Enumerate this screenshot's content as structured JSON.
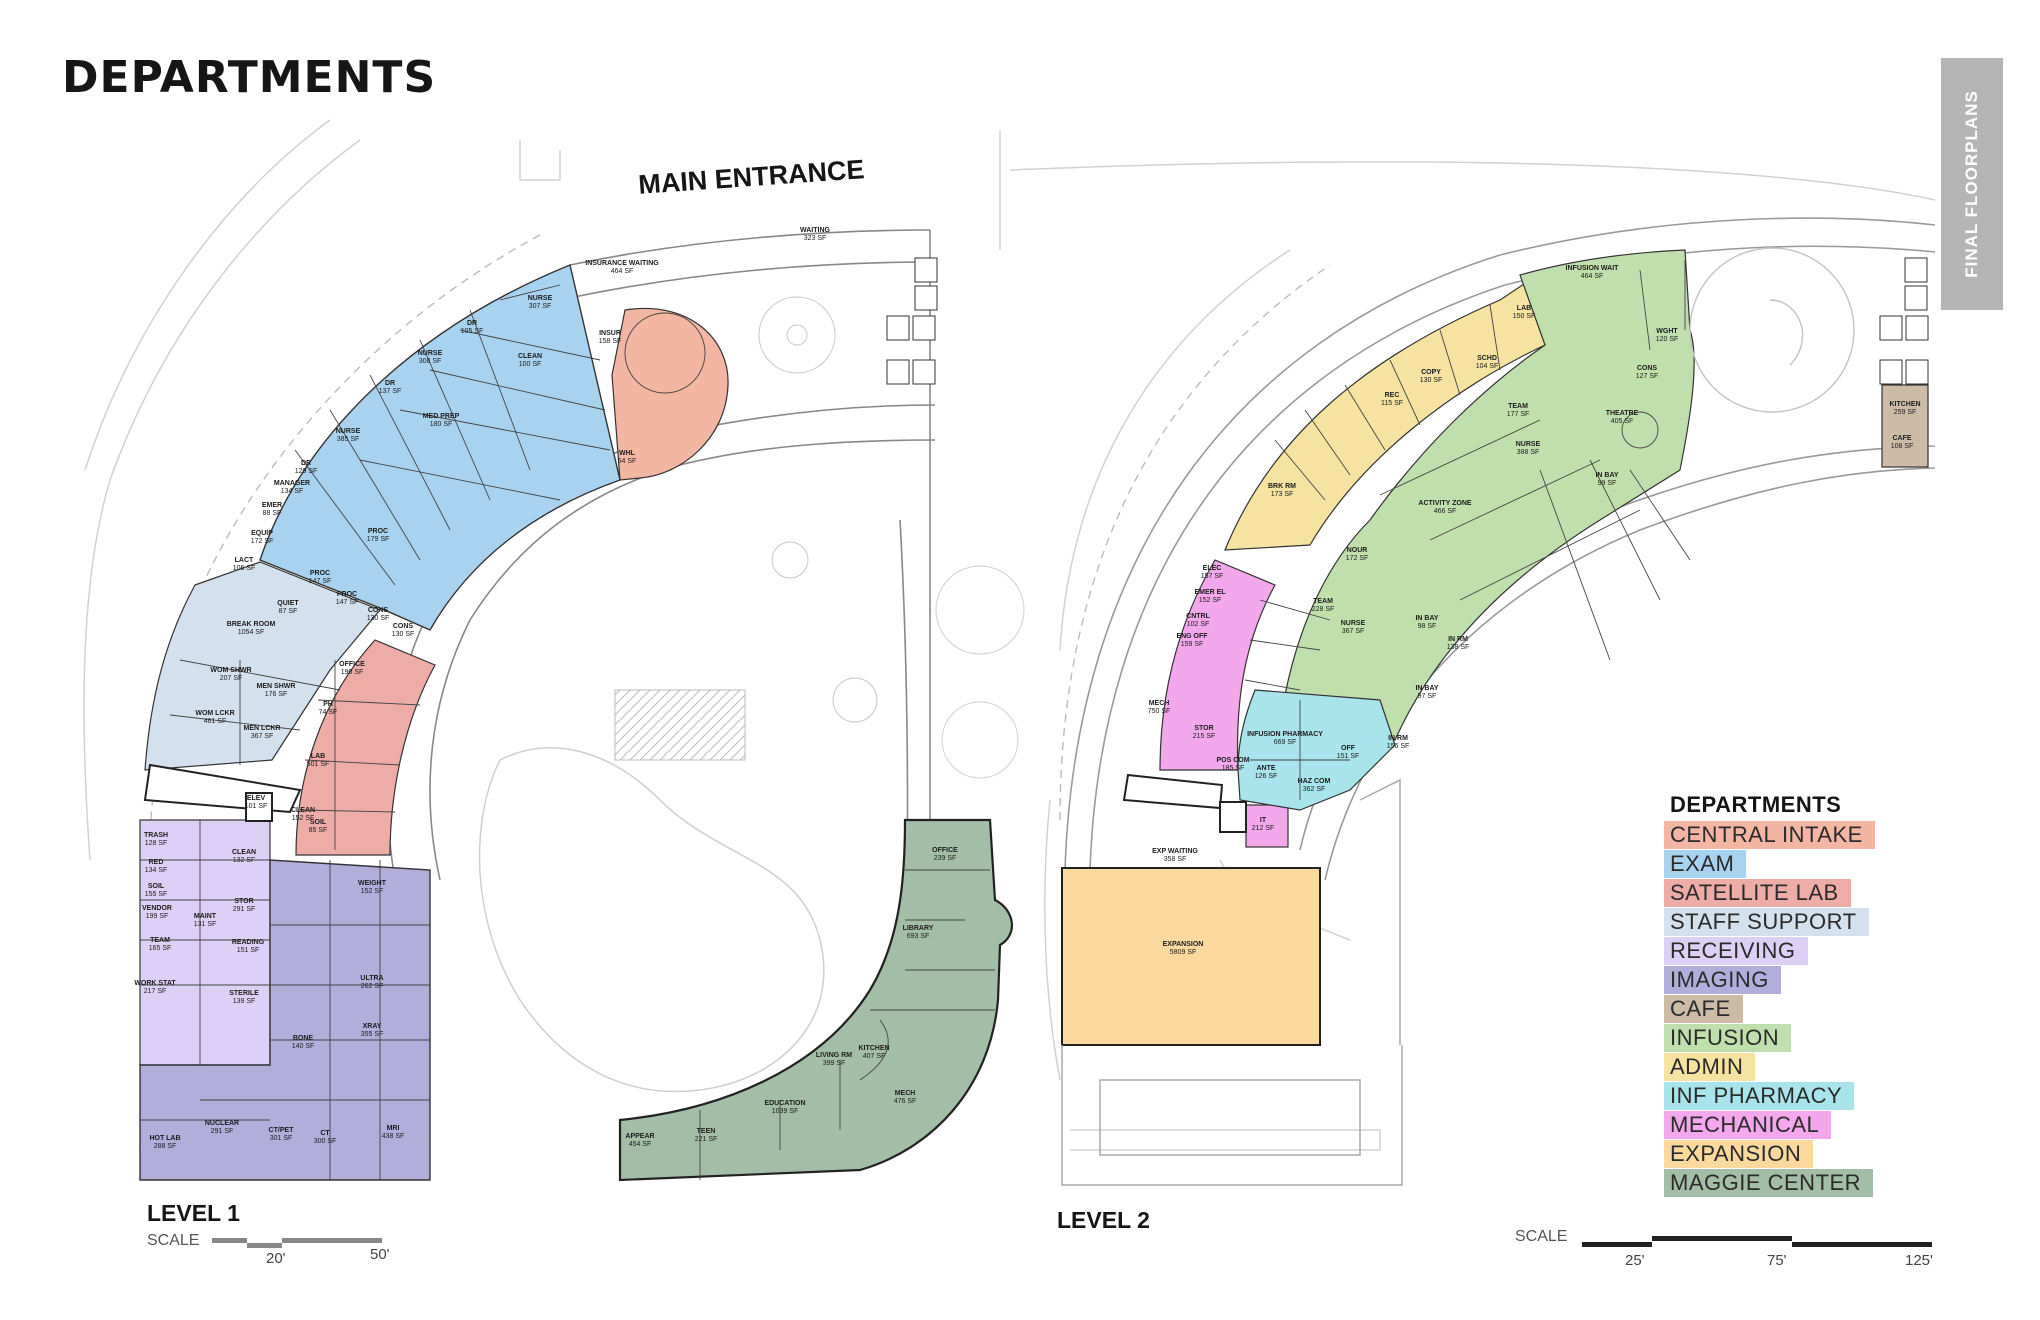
{
  "title": "DEPARTMENTS",
  "side_tab": "FINAL FLOORPLANS",
  "main_entrance": "MAIN ENTRANCE",
  "levels": {
    "level1": {
      "label": "LEVEL 1",
      "scale_label": "SCALE",
      "scale_ticks": [
        "20'",
        "50'"
      ]
    },
    "level2": {
      "label": "LEVEL 2",
      "scale_label": "SCALE",
      "scale_ticks": [
        "25'",
        "75'",
        "125'"
      ]
    }
  },
  "legend": {
    "title": "DEPARTMENTS",
    "items": [
      {
        "label": "CENTRAL INTAKE",
        "color": "#f3b6a2"
      },
      {
        "label": "EXAM",
        "color": "#a9d2ee"
      },
      {
        "label": "SATELLITE LAB",
        "color": "#eeaca6"
      },
      {
        "label": "STAFF SUPPORT",
        "color": "#d3e0ee"
      },
      {
        "label": "RECEIVING",
        "color": "#ddd0f6"
      },
      {
        "label": "IMAGING",
        "color": "#b1aeda"
      },
      {
        "label": "CAFE",
        "color": "#cdbba6"
      },
      {
        "label": "INFUSION",
        "color": "#bfe0ac"
      },
      {
        "label": "ADMIN",
        "color": "#f6e3a2"
      },
      {
        "label": "INF PHARMACY",
        "color": "#a9e3ec"
      },
      {
        "label": "MECHANICAL",
        "color": "#f4a8ec"
      },
      {
        "label": "EXPANSION",
        "color": "#fbd89e"
      },
      {
        "label": "MAGGIE CENTER",
        "color": "#a3bea6"
      }
    ]
  },
  "level1_rooms": [
    {
      "name": "NURSE",
      "area": "307 SF"
    },
    {
      "name": "DR",
      "area": "105 SF"
    },
    {
      "name": "NURSE",
      "area": "308 SF"
    },
    {
      "name": "DR",
      "area": "137 SF"
    },
    {
      "name": "CLEAN",
      "area": "100 SF"
    },
    {
      "name": "MED PREP",
      "area": "180 SF"
    },
    {
      "name": "NURSE",
      "area": "385 SF"
    },
    {
      "name": "DR",
      "area": "129 SF"
    },
    {
      "name": "MANAGER",
      "area": "134 SF"
    },
    {
      "name": "EMER",
      "area": "88 SF"
    },
    {
      "name": "EQUIP",
      "area": "172 SF"
    },
    {
      "name": "LACT",
      "area": "106 SF"
    },
    {
      "name": "PROC",
      "area": "179 SF"
    },
    {
      "name": "PROC",
      "area": "147 SF"
    },
    {
      "name": "PROC",
      "area": "147 SF"
    },
    {
      "name": "CONS",
      "area": "130 SF"
    },
    {
      "name": "CONS",
      "area": "130 SF"
    },
    {
      "name": "BREAK ROOM",
      "area": "1054 SF"
    },
    {
      "name": "WOM SHWR",
      "area": "207 SF"
    },
    {
      "name": "MEN SHWR",
      "area": "176 SF"
    },
    {
      "name": "WOM LCKR",
      "area": "461 SF"
    },
    {
      "name": "MEN LCKR",
      "area": "367 SF"
    },
    {
      "name": "QUIET",
      "area": "87 SF"
    },
    {
      "name": "INSURANCE WAITING",
      "area": "464 SF"
    },
    {
      "name": "INSUR",
      "area": "158 SF"
    },
    {
      "name": "WHL",
      "area": "54 SF"
    },
    {
      "name": "WAITING",
      "area": "323 SF"
    },
    {
      "name": "OFFICE",
      "area": "190 SF"
    },
    {
      "name": "PH",
      "area": "74 SF"
    },
    {
      "name": "LAB",
      "area": "501 SF"
    },
    {
      "name": "CLEAN",
      "area": "152 SF"
    },
    {
      "name": "SOIL",
      "area": "85 SF"
    },
    {
      "name": "TRASH",
      "area": "128 SF"
    },
    {
      "name": "RED",
      "area": "134 SF"
    },
    {
      "name": "SOIL",
      "area": "155 SF"
    },
    {
      "name": "CLEAN",
      "area": "132 SF"
    },
    {
      "name": "STOR",
      "area": "291 SF"
    },
    {
      "name": "VENDOR",
      "area": "199 SF"
    },
    {
      "name": "MAINT",
      "area": "131 SF"
    },
    {
      "name": "TEAM",
      "area": "165 SF"
    },
    {
      "name": "READING",
      "area": "151 SF"
    },
    {
      "name": "WORK STAT",
      "area": "217 SF"
    },
    {
      "name": "STERILE",
      "area": "139 SF"
    },
    {
      "name": "WEIGHT",
      "area": "152 SF"
    },
    {
      "name": "ULTRA",
      "area": "262 SF"
    },
    {
      "name": "XRAY",
      "area": "355 SF"
    },
    {
      "name": "BONE",
      "area": "140 SF"
    },
    {
      "name": "NUCLEAR",
      "area": "291 SF"
    },
    {
      "name": "CT/PET",
      "area": "301 SF"
    },
    {
      "name": "CT",
      "area": "300 SF"
    },
    {
      "name": "MRI",
      "area": "438 SF"
    },
    {
      "name": "HOT LAB",
      "area": "288 SF"
    },
    {
      "name": "OFFICE",
      "area": "239 SF"
    },
    {
      "name": "LIBRARY",
      "area": "693 SF"
    },
    {
      "name": "LIVING RM",
      "area": "399 SF"
    },
    {
      "name": "KITCHEN",
      "area": "407 SF"
    },
    {
      "name": "MECH",
      "area": "476 SF"
    },
    {
      "name": "EDUCATION",
      "area": "1039 SF"
    },
    {
      "name": "TEEN",
      "area": "221 SF"
    },
    {
      "name": "APPEAR",
      "area": "454 SF"
    },
    {
      "name": "ELEV",
      "area": "101 SF"
    }
  ],
  "level2_rooms": [
    {
      "name": "INFUSION WAIT",
      "area": "464 SF"
    },
    {
      "name": "LAB",
      "area": "150 SF"
    },
    {
      "name": "SCHD",
      "area": "104 SF"
    },
    {
      "name": "COPY",
      "area": "130 SF"
    },
    {
      "name": "REC",
      "area": "115 SF"
    },
    {
      "name": "WGHT",
      "area": "120 SF"
    },
    {
      "name": "CONS",
      "area": "127 SF"
    },
    {
      "name": "THEATRE",
      "area": "405 SF"
    },
    {
      "name": "TEAM",
      "area": "177 SF"
    },
    {
      "name": "NURSE",
      "area": "388 SF"
    },
    {
      "name": "ACTIVITY ZONE",
      "area": "466 SF"
    },
    {
      "name": "BRK RM",
      "area": "173 SF"
    },
    {
      "name": "NOUR",
      "area": "172 SF"
    },
    {
      "name": "TEAM",
      "area": "228 SF"
    },
    {
      "name": "NURSE",
      "area": "367 SF"
    },
    {
      "name": "ELEC",
      "area": "157 SF"
    },
    {
      "name": "EMER EL",
      "area": "152 SF"
    },
    {
      "name": "CNTRL",
      "area": "102 SF"
    },
    {
      "name": "ENG OFF",
      "area": "159 SF"
    },
    {
      "name": "MECH",
      "area": "750 SF"
    },
    {
      "name": "INFUSION PHARMACY",
      "area": "669 SF"
    },
    {
      "name": "POS COM",
      "area": "185 SF"
    },
    {
      "name": "ANTE",
      "area": "126 SF"
    },
    {
      "name": "HAZ COM",
      "area": "362 SF"
    },
    {
      "name": "STOR",
      "area": "215 SF"
    },
    {
      "name": "OFF",
      "area": "151 SF"
    },
    {
      "name": "IT",
      "area": "212 SF"
    },
    {
      "name": "EXP WAITING",
      "area": "358 SF"
    },
    {
      "name": "EXPANSION",
      "area": "5809 SF"
    },
    {
      "name": "KITCHEN",
      "area": "259 SF"
    },
    {
      "name": "CAFE",
      "area": "108 SF"
    },
    {
      "name": "IN BAY",
      "area": "99 SF"
    },
    {
      "name": "IN BAY",
      "area": "98 SF"
    },
    {
      "name": "IN BAY",
      "area": "97 SF"
    },
    {
      "name": "IN RM",
      "area": "138 SF"
    },
    {
      "name": "IN RM",
      "area": "156 SF"
    }
  ]
}
